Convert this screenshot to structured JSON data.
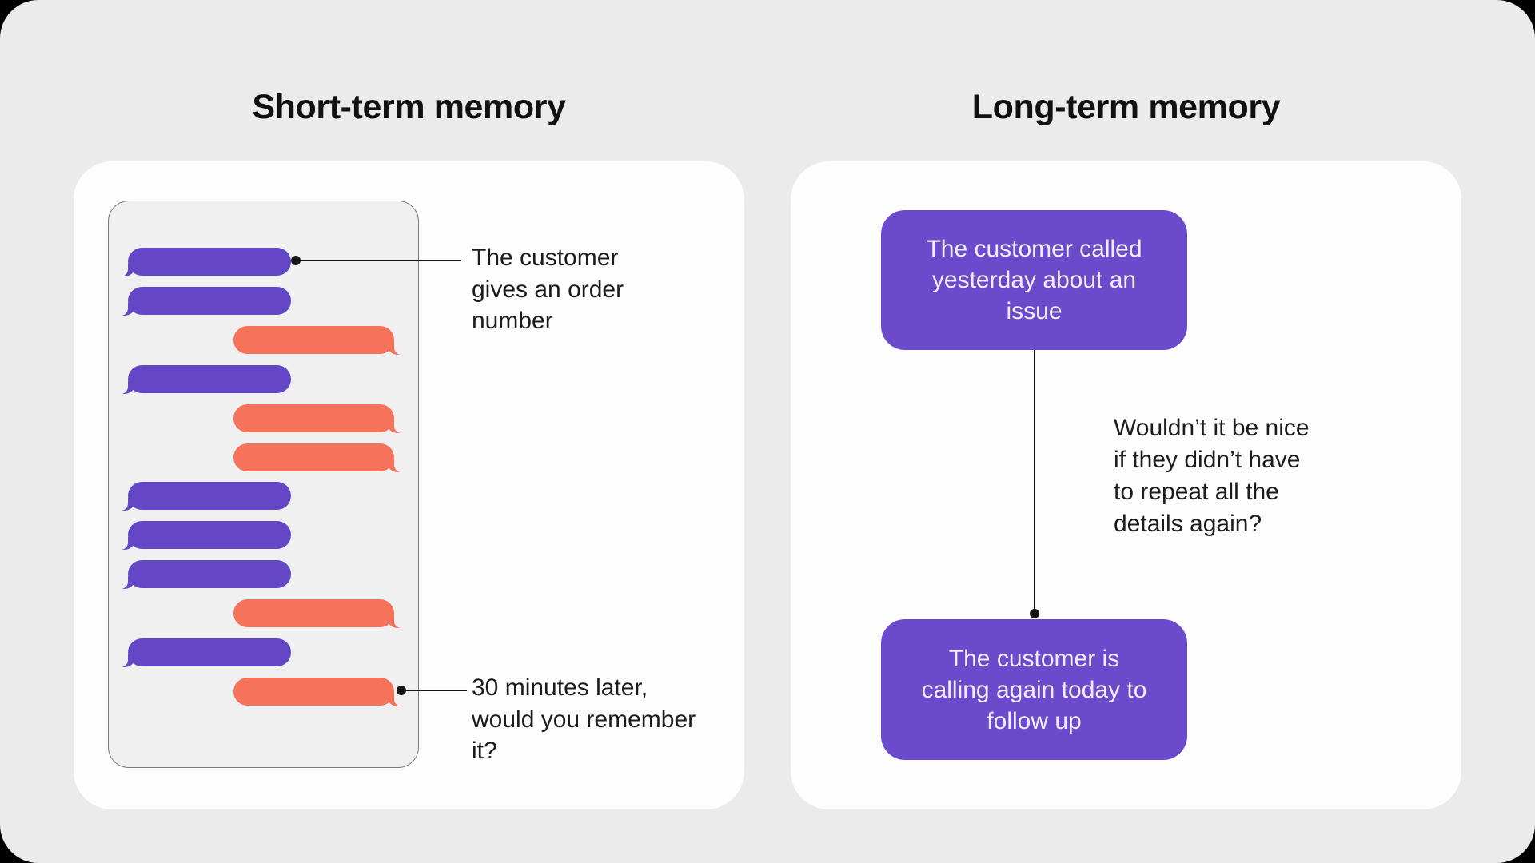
{
  "colors": {
    "page_bg": "#ebebeb",
    "card_bg": "#fdfdfd",
    "phone_screen_bg": "#f0f0f0",
    "phone_border": "#7a7a7a",
    "customer_bubble": "#6447c5",
    "agent_bubble": "#f5735a",
    "memory_box": "#6b4acb",
    "memory_box_text": "#f1eefb",
    "text": "#1a1a1a"
  },
  "left_panel": {
    "title": "Short-term memory",
    "chat": {
      "bubbles": [
        "customer",
        "customer",
        "agent",
        "customer",
        "agent",
        "agent",
        "customer",
        "customer",
        "customer",
        "agent",
        "customer",
        "agent"
      ]
    },
    "annotations": [
      {
        "text": "The customer gives an order number",
        "lines": [
          "The customer",
          "gives an order",
          "number"
        ]
      },
      {
        "text": "30 minutes later, would you remember it?",
        "lines": [
          "30 minutes later,",
          "would you remember",
          "it?"
        ]
      }
    ]
  },
  "right_panel": {
    "title": "Long-term memory",
    "memory_boxes": [
      {
        "text": "The customer called yesterday about an issue",
        "lines": [
          "The customer called",
          "yesterday about an",
          "issue"
        ]
      },
      {
        "text": "The customer is calling again today to follow up",
        "lines": [
          "The customer is",
          "calling again today to",
          "follow up"
        ]
      }
    ],
    "question": {
      "text": "Wouldn’t it be nice if they didn’t have to repeat all the details again?",
      "lines": [
        "Wouldn’t it be nice",
        "if they didn’t have",
        "to repeat all the",
        "details again?"
      ]
    }
  }
}
